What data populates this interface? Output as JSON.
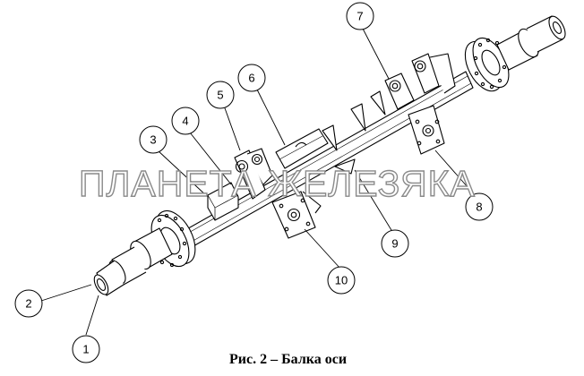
{
  "figure": {
    "caption": "Рис. 2 – Балка оси",
    "watermark": "ПЛАНЕТА ЖЕЛЕЗЯКА",
    "callouts": [
      "1",
      "2",
      "3",
      "4",
      "5",
      "6",
      "7",
      "8",
      "9",
      "10"
    ]
  }
}
